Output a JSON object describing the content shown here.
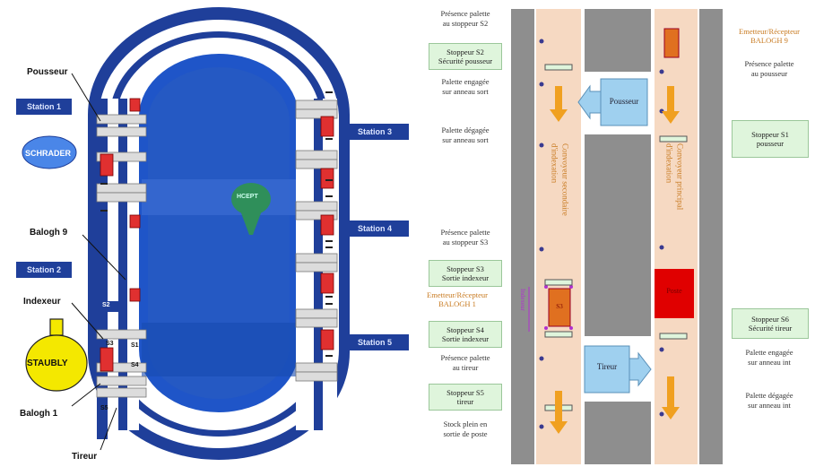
{
  "colors": {
    "track_blue": "#1f3f9a",
    "center_blue": "#1f55c8",
    "rail_gray": "#d8d8d8",
    "pallet_red": "#e03030",
    "conveyor_bg": "#f6d9c2",
    "wall_gray": "#8e8e8e",
    "box_blue": "#9fd0ef",
    "arrow_orange": "#f0a020",
    "stopper_green": "#dff5dc",
    "label_orange": "#c87a20",
    "purple": "#b030d0"
  },
  "left": {
    "pousseur": "Pousseur",
    "schrader": "SCHRADER",
    "balogh9": "Balogh 9",
    "indexeur": "Indexeur",
    "staubli": "STAUBLY",
    "balogh1": "Balogh 1",
    "tireur": "Tireur",
    "hcept": "HCEPT",
    "box_station_a": "Station 1",
    "box_station_b": "Station 2",
    "box_right_1": "Station 3",
    "box_right_2": "Station 4",
    "box_right_3": "Station 5",
    "track_s1": "S1",
    "track_s2": "S2",
    "track_s3": "S3",
    "track_s4": "S4",
    "track_s5": "S5"
  },
  "right": {
    "presence_s2": "Présence palette\nau stoppeur S2",
    "stoppeur_s2": "Stoppeur S2\nSécurité pousseur",
    "engagee_sortie": "Palette engagée\nsur anneau sort",
    "degagee_sortie": "Palette dégagée\nsur anneau sort",
    "presence_s3": "Présence palette\nau stoppeur S3",
    "stoppeur_s3": "Stoppeur S3\nSortie indexeur",
    "emetteur_balogh1": "Emetteur/Récepteur\nBALOGH 1",
    "stoppeur_s4": "Stoppeur S4\nSortie indexeur",
    "presence_tireur": "Présence palette\nau tireur",
    "stoppeur_s5": "Stoppeur S5\ntireur",
    "stock_plein": "Stock plein en\nsortie de poste",
    "emetteur_balogh9": "Emetteur/Récepteur\nBALOGH 9",
    "presence_pousseur": "Présence palette\nau pousseur",
    "stoppeur_s1": "Stoppeur S1\npousseur",
    "stoppeur_s6": "Stoppeur S6\nSécurité tireur",
    "engagee_entree": "Palette engagée\nsur anneau int",
    "degagee_entree": "Palette dégagée\nsur anneau int",
    "pousseur": "Pousseur",
    "tireur": "Tireur",
    "conv_left": "Convoyeur secondaire\nd'indexation",
    "conv_right": "Convoyeur principal\nd'indexation",
    "indexeur": "Indexeur",
    "red_block": "Poste",
    "small_pallet": "S3"
  }
}
